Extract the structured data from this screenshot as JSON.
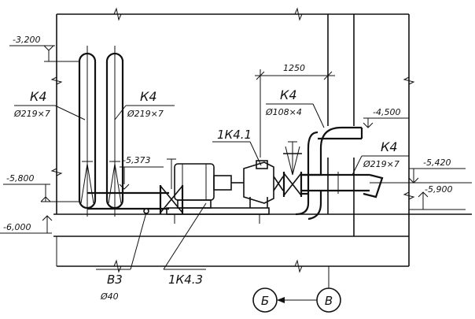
{
  "drawing": {
    "elevations": {
      "left_top": "-3,200",
      "left_pipes_bottom": "-5,800",
      "pump_axis": "-5,373",
      "floor": "-6,000",
      "discharge_top": "-4,500",
      "right_upper": "-5,420",
      "right_lower": "-5,900"
    },
    "dimension": "1250",
    "pipes": [
      {
        "label": "К4",
        "size": "Ø219×7"
      },
      {
        "label": "К4",
        "size": "Ø219×7"
      },
      {
        "label": "К4",
        "size": "Ø108×4"
      },
      {
        "label": "К4",
        "size": "Ø219×7"
      }
    ],
    "equipment": {
      "pump": "1К4.1",
      "unit": "1К4.3"
    },
    "drain": {
      "label": "В3",
      "size": "Ø40"
    },
    "axes": {
      "from": "Б",
      "to": "В"
    }
  }
}
